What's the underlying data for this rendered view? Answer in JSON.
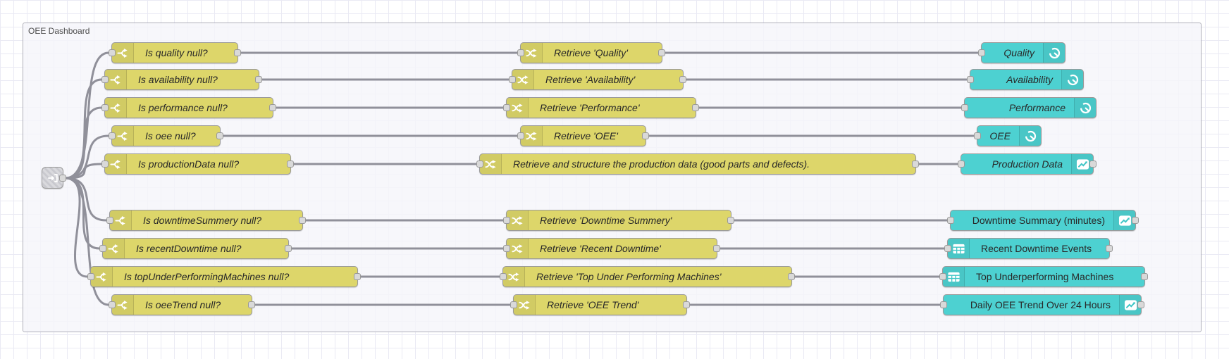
{
  "app": "node-red-flow-editor",
  "group": {
    "label": "OEE Dashboard"
  },
  "colors": {
    "switch_change_node": "#ddd66a",
    "dashboard_node": "#4dd1d1",
    "wire": "#90909a",
    "port": "#d9d9d9",
    "group_border": "#b0b0ba",
    "canvas_grid": "#eaeaf4"
  },
  "node_icons": {
    "link": "link-in-icon",
    "switch": "switch-icon",
    "change": "shuffle-icon"
  },
  "rows": [
    {
      "switch_label": "Is quality null?",
      "change_label": "Retrieve 'Quality'",
      "ui_label": "Quality",
      "ui_icon": "gauge-icon"
    },
    {
      "switch_label": "Is availability null?",
      "change_label": "Retrieve 'Availability'",
      "ui_label": "Availability",
      "ui_icon": "gauge-icon"
    },
    {
      "switch_label": "Is performance null?",
      "change_label": "Retrieve 'Performance'",
      "ui_label": "Performance",
      "ui_icon": "gauge-icon"
    },
    {
      "switch_label": "Is oee null?",
      "change_label": "Retrieve 'OEE'",
      "ui_label": "OEE",
      "ui_icon": "gauge-icon"
    },
    {
      "switch_label": "Is productionData null?",
      "change_label": "Retrieve and structure the production data (good parts and defects).",
      "ui_label": "Production Data",
      "ui_icon": "chart-line-icon"
    },
    {
      "switch_label": "Is downtimeSummery null?",
      "change_label": "Retrieve 'Downtime Summery'",
      "ui_label": "Downtime Summary (minutes)",
      "ui_icon": "chart-line-icon"
    },
    {
      "switch_label": "Is recentDowntime null?",
      "change_label": "Retrieve 'Recent Downtime'",
      "ui_label": "Recent Downtime Events",
      "ui_icon": "table-icon"
    },
    {
      "switch_label": "Is topUnderPerformingMachines null?",
      "change_label": "Retrieve 'Top Under Performing Machines'",
      "ui_label": "Top Underperforming Machines",
      "ui_icon": "table-icon"
    },
    {
      "switch_label": "Is oeeTrend null?",
      "change_label": "Retrieve 'OEE Trend'",
      "ui_label": "Daily OEE Trend Over 24 Hours",
      "ui_icon": "chart-line-icon"
    }
  ]
}
